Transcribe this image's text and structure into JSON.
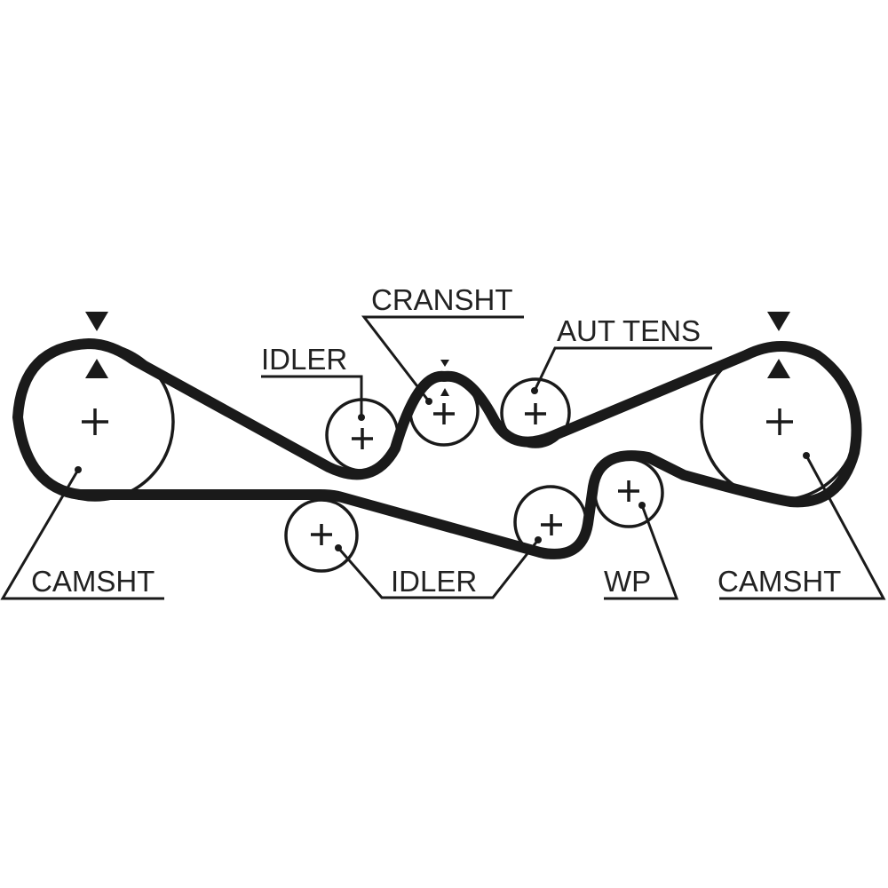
{
  "diagram": {
    "title": "Timing belt routing diagram",
    "labels": {
      "camshaft_left": "CAMSHT",
      "camshaft_right": "CAMSHT",
      "crankshaft": "CRANSHT",
      "idler_upper": "IDLER",
      "idler_lower": "IDLER",
      "auto_tensioner": "AUT TENS",
      "water_pump": "WP"
    },
    "components": [
      {
        "id": "camshaft_left",
        "type": "camshaft pulley",
        "timing_mark": true
      },
      {
        "id": "idler_upper",
        "type": "idler pulley",
        "timing_mark": false
      },
      {
        "id": "crankshaft",
        "type": "crankshaft pulley",
        "timing_mark": true
      },
      {
        "id": "auto_tensioner",
        "type": "automatic tensioner",
        "timing_mark": false
      },
      {
        "id": "camshaft_right",
        "type": "camshaft pulley",
        "timing_mark": true
      },
      {
        "id": "idler_lower_left",
        "type": "idler pulley",
        "timing_mark": false
      },
      {
        "id": "idler_lower_right",
        "type": "idler pulley",
        "timing_mark": false
      },
      {
        "id": "water_pump",
        "type": "water pump pulley",
        "timing_mark": false
      }
    ]
  }
}
